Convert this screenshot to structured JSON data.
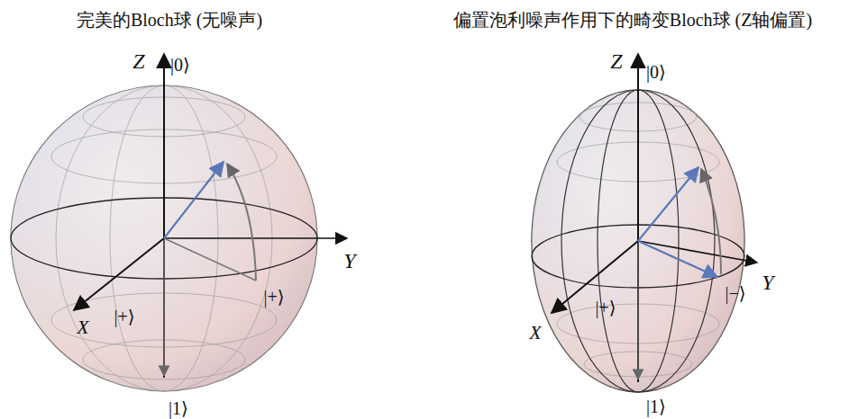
{
  "diagram": {
    "labels": [
      "完美的Bloch球 (无噪声)",
      "偏置泡利噪声作用下的畸变Bloch球 (Z轴偏置)",
      "Z",
      "|0⟩",
      "Y",
      "X",
      "|+⟩",
      "|+⟩",
      "|1⟩",
      "Z",
      "|0⟩",
      "Y",
      "X",
      "|+⟩",
      "|−⟩",
      "|1⟩"
    ]
  }
}
